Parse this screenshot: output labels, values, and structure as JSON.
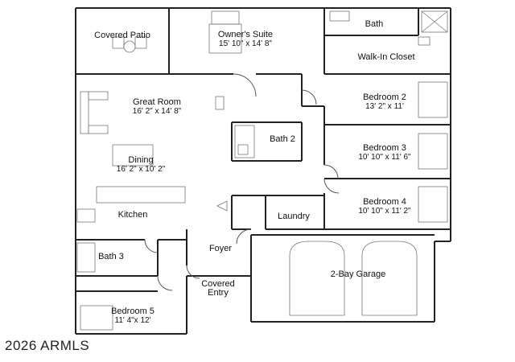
{
  "rooms": {
    "covered_patio": {
      "name": "Covered Patio"
    },
    "owners_suite": {
      "name": "Owner's Suite",
      "dim": "15' 10\" x 14' 8\""
    },
    "bath_owner": {
      "name": "Bath"
    },
    "walk_in_closet": {
      "name": "Walk-In Closet"
    },
    "great_room": {
      "name": "Great Room",
      "dim": "16' 2\" x 14' 8\""
    },
    "bedroom2": {
      "name": "Bedroom 2",
      "dim": "13' 2\" x 11'"
    },
    "bath2": {
      "name": "Bath 2"
    },
    "bedroom3": {
      "name": "Bedroom 3",
      "dim": "10' 10\" x 11' 6\""
    },
    "dining": {
      "name": "Dining",
      "dim": "16' 2\" x 10' 2\""
    },
    "kitchen": {
      "name": "Kitchen"
    },
    "laundry": {
      "name": "Laundry"
    },
    "bedroom4": {
      "name": "Bedroom 4",
      "dim": "10' 10\" x 11' 2\""
    },
    "foyer": {
      "name": "Foyer"
    },
    "bath3": {
      "name": "Bath 3"
    },
    "garage": {
      "name": "2-Bay Garage"
    },
    "covered_entry": {
      "name": "Covered",
      "name2": "Entry"
    },
    "bedroom5": {
      "name": "Bedroom 5",
      "dim": "11' 4\"x 12'"
    }
  },
  "watermark": "2026 ARMLS",
  "colors": {
    "wall": "#222222",
    "background": "#ffffff"
  }
}
